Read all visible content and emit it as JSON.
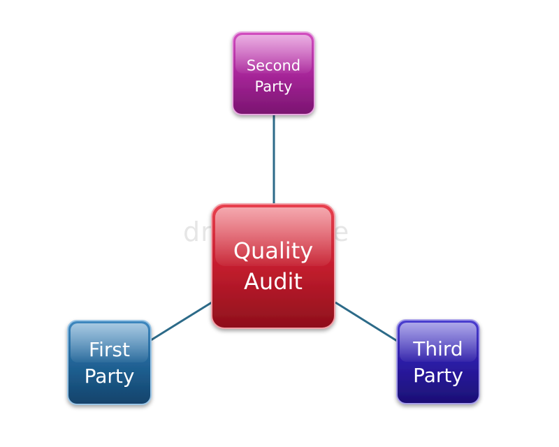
{
  "diagram": {
    "center": {
      "line1": "Quality",
      "line2": "Audit",
      "color": "#c0182c"
    },
    "top": {
      "line1": "Second",
      "line2": "Party",
      "color": "#a0208c"
    },
    "left": {
      "line1": "First",
      "line2": "Party",
      "color": "#1f5f92"
    },
    "right": {
      "line1": "Third",
      "line2": "Party",
      "color": "#2a1a9c"
    },
    "connector_color": "#2c6a88"
  },
  "watermark": {
    "text": "dreamstime"
  }
}
